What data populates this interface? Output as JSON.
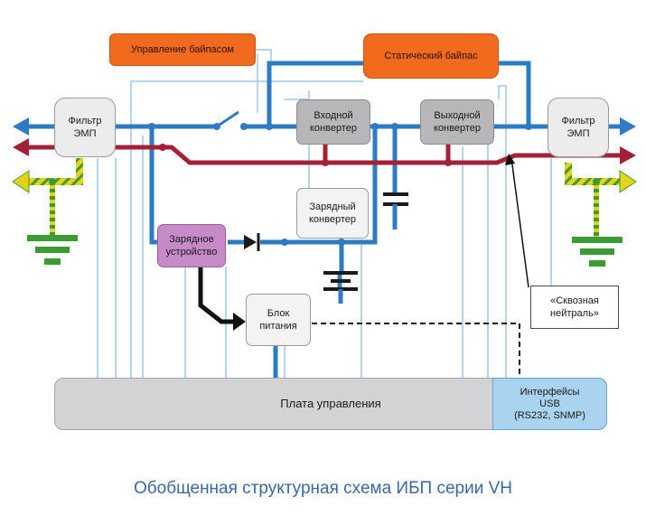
{
  "blocks": {
    "bypass_control": "Управление байпасом",
    "static_bypass": "Статический байпас",
    "emi_filter_left": "Фильтр\nЭМП",
    "emi_filter_right": "Фильтр\nЭМП",
    "input_converter": "Входной\nконвертер",
    "output_converter": "Выходной\nконвертер",
    "charge_converter": "Зарядный\nконвертер",
    "charger": "Зарядное\nустройство",
    "power_supply": "Блок\nпитания",
    "control_board": "Плата управления",
    "interfaces": "Интерфейсы\nUSB\n(RS232, SNMP)"
  },
  "callout": "«Сквозная\nнейтраль»",
  "caption": "Обобщенная структурная схема ИБП серии VH",
  "colors": {
    "phase_line": "#2e7bc4",
    "neutral_line": "#a32036",
    "signal_line": "#9fc8e6",
    "ground_green": "#3d9b35",
    "ground_yellow": "#e5d21a",
    "bypass_orange": "#f26a1d",
    "charger_purple": "#c58ac7",
    "caption_blue": "#3a68a6"
  }
}
